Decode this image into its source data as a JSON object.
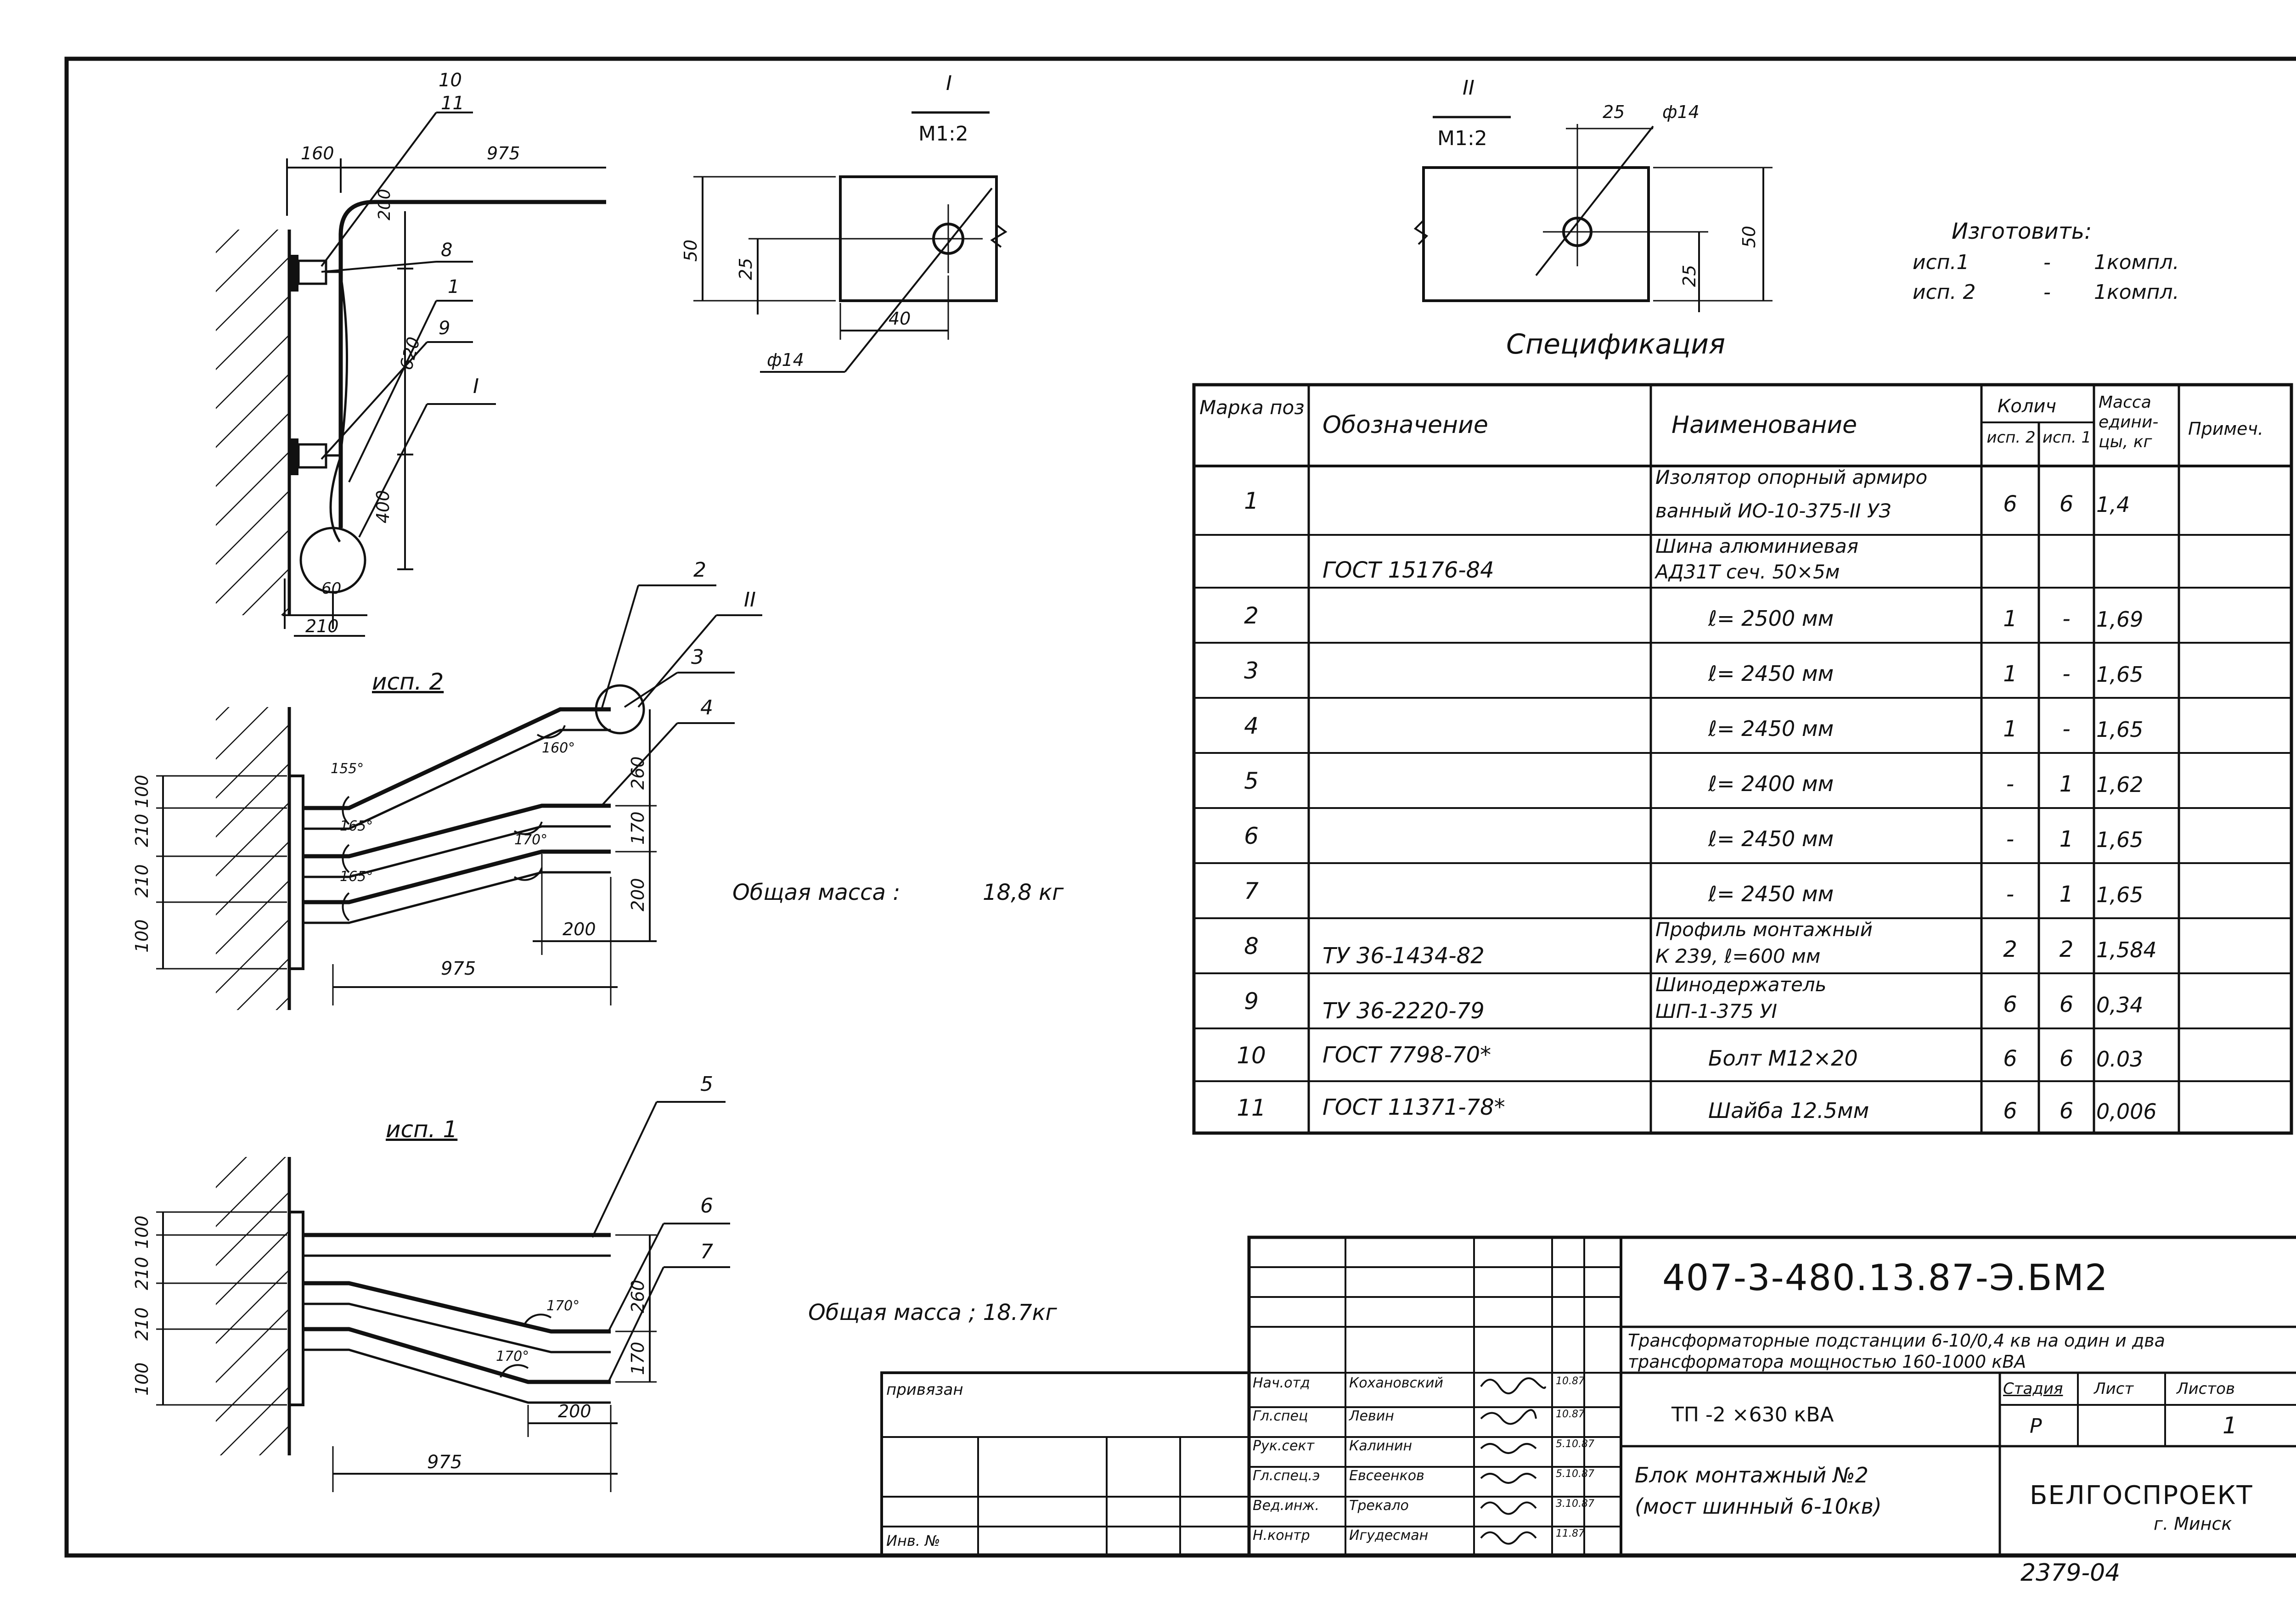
{
  "drawing": {
    "top_view": {
      "leaders": [
        "10",
        "11",
        "8",
        "1",
        "9",
        "I"
      ],
      "dims": [
        "160",
        "975",
        "200",
        "620",
        "400",
        "60",
        "210"
      ]
    },
    "detail_1": {
      "title": "I",
      "scale": "М1:2",
      "dims": [
        "50",
        "25",
        "40",
        "ф14"
      ]
    },
    "detail_2": {
      "title": "II",
      "scale": "М1:2",
      "dims": [
        "25",
        "ф14",
        "50",
        "25"
      ]
    },
    "isp2": {
      "label": "исп. 2",
      "leaders": [
        "2",
        "II",
        "3",
        "4"
      ],
      "angles": [
        "155°",
        "160°",
        "165°",
        "170°",
        "165°"
      ],
      "dims_left": [
        "100",
        "210",
        "210",
        "100"
      ],
      "dims_right": [
        "260",
        "170",
        "200"
      ],
      "dim_200": "200",
      "dim_975": "975",
      "mass_label": "Общая масса :",
      "mass_value": "18,8 кг"
    },
    "isp1": {
      "label": "исп. 1",
      "leaders": [
        "5",
        "6",
        "7"
      ],
      "angles": [
        "170°",
        "170°"
      ],
      "dims_left": [
        "100",
        "210",
        "210",
        "100"
      ],
      "dims_right": [
        "260",
        "170"
      ],
      "dim_200": "200",
      "dim_975": "975",
      "mass_label": "Общая масса ; 18.7кг"
    }
  },
  "make_note": {
    "title": "Изготовить:",
    "lines": [
      {
        "a": "исп.1",
        "b": "-",
        "c": "1компл."
      },
      {
        "a": "исп. 2",
        "b": "-",
        "c": "1компл."
      }
    ]
  },
  "spec": {
    "title": "Спецификация",
    "headers": {
      "mark": "Марка поз",
      "designation": "Обозначение",
      "name": "Наименование",
      "qty": "Колич",
      "qty_sub1": "исп. 2",
      "qty_sub2": "исп. 1",
      "mass": "Масса едини- цы, кг",
      "note": "Примеч."
    },
    "rows": [
      {
        "pos": "1",
        "des": "",
        "name1": "Изолятор опорный армиро",
        "name2": "ванный ИО-10-375-II УЗ",
        "q2": "6",
        "q1": "6",
        "m": "1,4"
      },
      {
        "pos": "",
        "des": "ГОСТ 15176-84",
        "name1": "Шина алюминиевая",
        "name2": "АД31Т сеч. 50×5м",
        "q2": "",
        "q1": "",
        "m": ""
      },
      {
        "pos": "2",
        "des": "",
        "name1": "ℓ= 2500 мм",
        "name2": "",
        "q2": "1",
        "q1": "-",
        "m": "1,69"
      },
      {
        "pos": "3",
        "des": "",
        "name1": "ℓ= 2450 мм",
        "name2": "",
        "q2": "1",
        "q1": "-",
        "m": "1,65"
      },
      {
        "pos": "4",
        "des": "",
        "name1": "ℓ= 2450 мм",
        "name2": "",
        "q2": "1",
        "q1": "-",
        "m": "1,65"
      },
      {
        "pos": "5",
        "des": "",
        "name1": "ℓ= 2400 мм",
        "name2": "",
        "q2": "-",
        "q1": "1",
        "m": "1,62"
      },
      {
        "pos": "6",
        "des": "",
        "name1": "ℓ= 2450 мм",
        "name2": "",
        "q2": "-",
        "q1": "1",
        "m": "1,65"
      },
      {
        "pos": "7",
        "des": "",
        "name1": "ℓ= 2450 мм",
        "name2": "",
        "q2": "-",
        "q1": "1",
        "m": "1,65"
      },
      {
        "pos": "8",
        "des": "ТУ 36-1434-82",
        "name1": "Профиль монтажный",
        "name2": "К 239, ℓ=600 мм",
        "q2": "2",
        "q1": "2",
        "m": "1,584"
      },
      {
        "pos": "9",
        "des": "ТУ 36-2220-79",
        "name1": "Шинодержатель",
        "name2": "ШП-1-375 УI",
        "q2": "6",
        "q1": "6",
        "m": "0,34"
      },
      {
        "pos": "10",
        "des": "ГОСТ 7798-70*",
        "name1": "Болт М12×20",
        "name2": "",
        "q2": "6",
        "q1": "6",
        "m": "0.03"
      },
      {
        "pos": "11",
        "des": "ГОСТ 11371-78*",
        "name1": "Шайба 12.5мм",
        "name2": "",
        "q2": "6",
        "q1": "6",
        "m": "0,006"
      }
    ]
  },
  "title_block": {
    "doc_code": "407-3-480.13.87-Э.БМ2",
    "project_title": "Трансформаторные подстанции 6-10/0,4 кв на один и два трансформатора мощностью 160-1000 кВА",
    "object": "ТП -2 ×630 кВА",
    "sheet_title_1": "Блок монтажный №2",
    "sheet_title_2": "(мост шинный 6-10кв)",
    "stage_label": "Стадия",
    "stage": "Р",
    "sheet_label": "Лист",
    "sheets_label": "Листов",
    "sheets": "1",
    "org": "БЕЛГОСПРОЕКТ",
    "city": "г. Минск",
    "privyazan": "привязан",
    "inv": "Инв. №",
    "roles": [
      {
        "role": "Нач.отд",
        "name": "Кохановский",
        "date": "10.87"
      },
      {
        "role": "Гл.спец",
        "name": "Левин",
        "date": "10.87"
      },
      {
        "role": "Рук.сект",
        "name": "Калинин",
        "date": "5.10.87"
      },
      {
        "role": "Гл.спец.э",
        "name": "Евсеенков",
        "date": "5.10.87"
      },
      {
        "role": "Вед.инж.",
        "name": "Трекало",
        "date": "3.10.87"
      },
      {
        "role": "Н.контр",
        "name": "Игудесман",
        "date": "11.87"
      }
    ],
    "archive_no": "2379-04"
  }
}
